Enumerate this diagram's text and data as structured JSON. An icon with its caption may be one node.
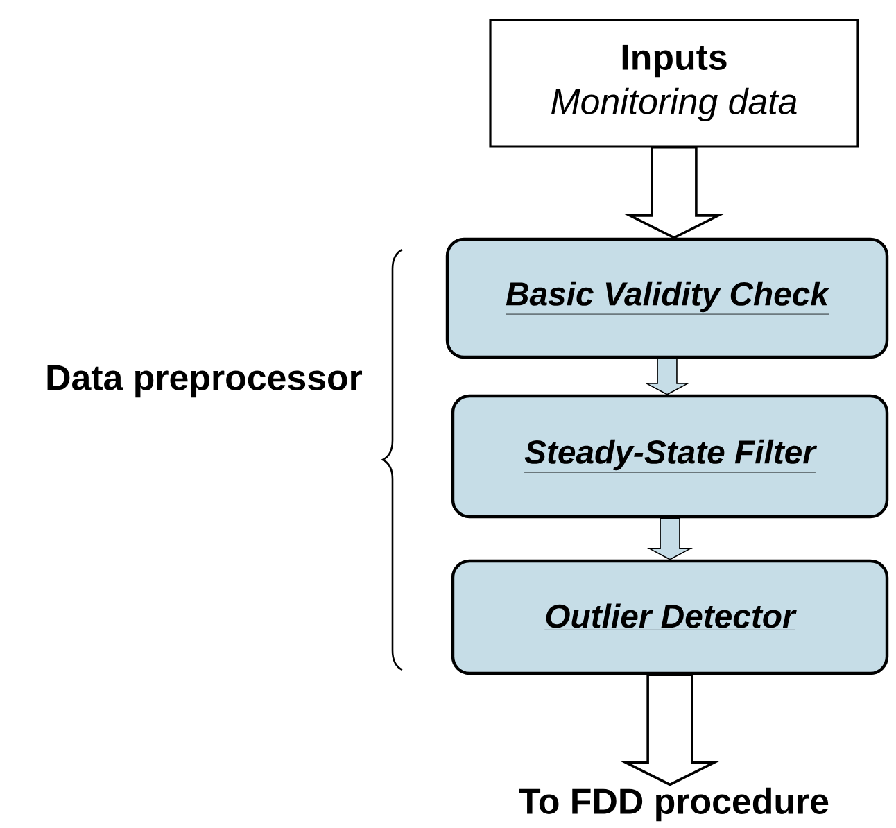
{
  "diagram": {
    "nodes": [
      {
        "text": [
          "Inputs",
          "Monitoring data"
        ]
      },
      {
        "text": [
          "Basic Validity Check"
        ]
      },
      {
        "text": [
          "Steady-State Filter"
        ]
      },
      {
        "text": [
          "Outlier Detector"
        ]
      },
      {
        "text": [
          "To FDD procedure"
        ]
      }
    ],
    "edges": [
      {
        "from": 0,
        "to": 1,
        "arrow": "to",
        "style": "thick"
      },
      {
        "from": 1,
        "to": 2,
        "arrow": "to"
      },
      {
        "from": 2,
        "to": 3,
        "arrow": "to"
      },
      {
        "from": 3,
        "to": 4,
        "arrow": "to",
        "style": "thick"
      }
    ],
    "labels": [
      "Data preprocessor"
    ]
  }
}
